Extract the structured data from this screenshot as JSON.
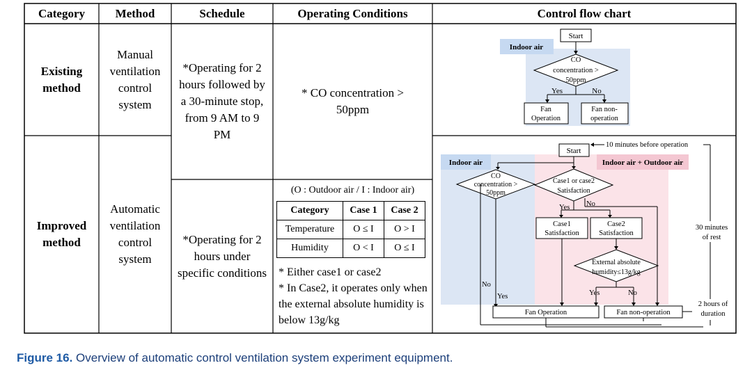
{
  "table": {
    "headers": [
      "Category",
      "Method",
      "Schedule",
      "Operating Conditions",
      "Control flow chart"
    ],
    "existing": {
      "category": "Existing method",
      "method": "Manual ventilation control system",
      "condition": "* CO concentration > 50ppm"
    },
    "improved": {
      "category": "Improved method",
      "method": "Automatic ventilation control system",
      "schedule": "*Operating for 2 hours under specific conditions"
    },
    "shared_schedule": "*Operating for 2 hours followed by a 30-minute stop, from 9 AM to 9 PM",
    "improved_condition": {
      "legend": "(O : Outdoor air / I : Indoor air)",
      "table_header": [
        "Category",
        "Case 1",
        "Case 2"
      ],
      "rows": [
        [
          "Temperature",
          "O ≤ I",
          "O > I"
        ],
        [
          "Humidity",
          "O < I",
          "O ≤ I"
        ]
      ],
      "note1": "* Either case1 or case2",
      "note2": "* In Case2, it operates only when the external absolute humidity is below 13g/kg"
    }
  },
  "flow_existing": {
    "start": "Start",
    "indoor_air": "Indoor air",
    "co_line1": "CO",
    "co_line2": "concentration >",
    "co_line3": "50ppm",
    "yes": "Yes",
    "no": "No",
    "fan_op_1": "Fan",
    "fan_op_2": "Operation",
    "fan_non_1": "Fan non-",
    "fan_non_2": "operation"
  },
  "flow_improved": {
    "start": "Start",
    "before_op": "10 minutes before operation",
    "indoor_air": "Indoor air",
    "indoor_outdoor": "Indoor air + Outdoor air",
    "co_line1": "CO",
    "co_line2": "concentration >",
    "co_line3": "50ppm",
    "case_line1": "Case1 or case2",
    "case_line2": "Satisfaction",
    "yes": "Yes",
    "no": "No",
    "case1_line1": "Case1",
    "case1_line2": "Satisfaction",
    "case2_line1": "Case2",
    "case2_line2": "Satisfaction",
    "ext_line1": "External absolute",
    "ext_line2": "humidity≤13g/kg",
    "fan_op": "Fan Operation",
    "fan_non": "Fan non-operation",
    "rest_line1": "30 minutes",
    "rest_line2": "of rest",
    "dur_line1": "2 hours of",
    "dur_line2": "duration"
  },
  "caption": {
    "label": "Figure 16.",
    "text": " Overview of automatic control ventilation system experiment equipment."
  },
  "colors": {
    "indoor_bg": "#dce6f4",
    "outdoor_bg": "#fbe3e8",
    "indoor_label_bg": "#c6d9f1",
    "outdoor_label_bg": "#f4c7d2",
    "caption": "#1c3f7a"
  }
}
